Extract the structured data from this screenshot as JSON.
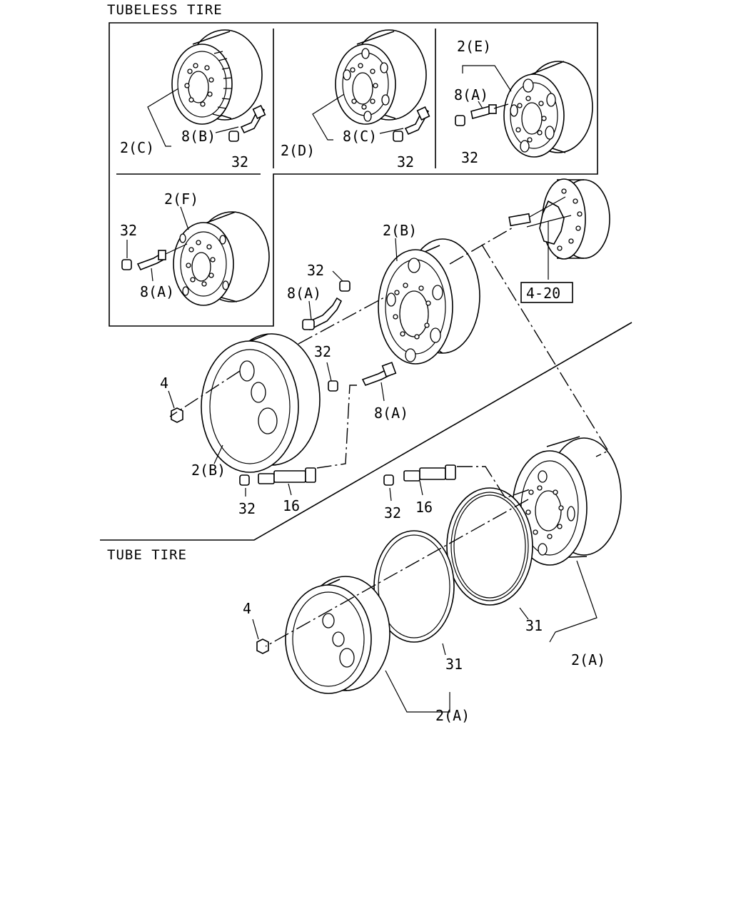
{
  "sections": {
    "tubeless": "TUBELESS TIRE",
    "tube": "TUBE TIRE"
  },
  "labels": {
    "l_2c": "2(C)",
    "l_8b": "8(B)",
    "l_32_p1": "32",
    "l_2d": "2(D)",
    "l_8c": "8(C)",
    "l_32_p2": "32",
    "l_2e": "2(E)",
    "l_8a_p3": "8(A)",
    "l_32_p3": "32",
    "l_2f": "2(F)",
    "l_32_p4": "32",
    "l_8a_p4": "8(A)",
    "l_32_mid_top": "32",
    "l_8a_mid_top": "8(A)",
    "l_2b_top": "2(B)",
    "l_4_20": "4-20",
    "l_4_top": "4",
    "l_32_mid": "32",
    "l_8a_mid": "8(A)",
    "l_2b_bottom": "2(B)",
    "l_32_left": "32",
    "l_16_left": "16",
    "l_32_right": "32",
    "l_16_right": "16",
    "l_4_bottom": "4",
    "l_31_left": "31",
    "l_31_right": "31",
    "l_2a_left": "2(A)",
    "l_2a_right": "2(A)"
  }
}
